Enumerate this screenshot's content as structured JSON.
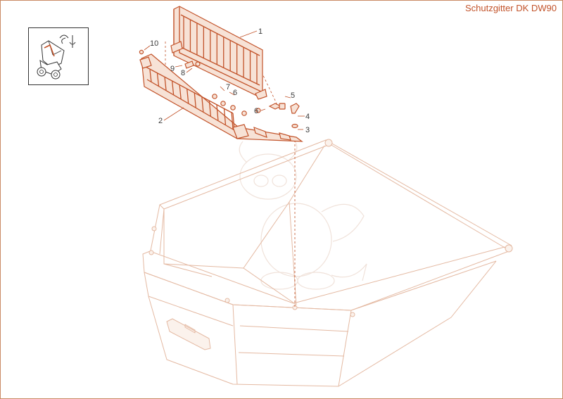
{
  "title": "Schutzgitter DK DW90",
  "callouts": [
    "1",
    "2",
    "3",
    "4",
    "5",
    "6",
    "6",
    "7",
    "8",
    "9",
    "10"
  ],
  "colors": {
    "accent": "#c2532a",
    "ghost": "#e4b9a2",
    "border": "#c98a64"
  },
  "icons": {
    "thumbnail": "machine-overview-icon"
  }
}
